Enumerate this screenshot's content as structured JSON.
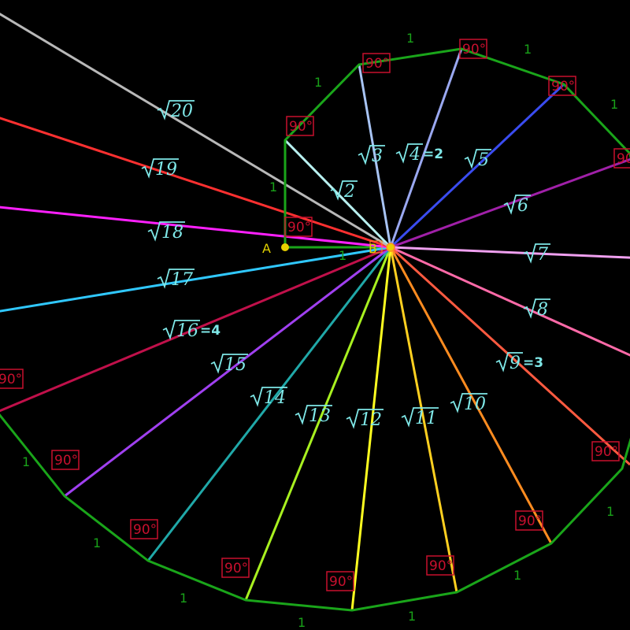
{
  "points": {
    "a_label": "A",
    "b_label": "B"
  },
  "unit_label": "1",
  "angle_label": "90°",
  "colors": {
    "background": "#000000",
    "perimeter": "#1aa51a",
    "angle_box": "#c8102e",
    "text": "#7fe8e8",
    "points": "#e8d000"
  },
  "rays": [
    {
      "n": 2,
      "label": "2",
      "suffix": "",
      "color": "#b8f0f0"
    },
    {
      "n": 3,
      "label": "3",
      "suffix": "",
      "color": "#a8c4f4"
    },
    {
      "n": 4,
      "label": "4",
      "suffix": "=2",
      "color": "#9aa8f0"
    },
    {
      "n": 5,
      "label": "5",
      "suffix": "",
      "color": "#3a4cf0"
    },
    {
      "n": 6,
      "label": "6",
      "suffix": "",
      "color": "#a020a8"
    },
    {
      "n": 7,
      "label": "7",
      "suffix": "",
      "color": "#f0a0f0"
    },
    {
      "n": 8,
      "label": "8",
      "suffix": "",
      "color": "#ff6aa8"
    },
    {
      "n": 9,
      "label": "9",
      "suffix": "=3",
      "color": "#ff5a40"
    },
    {
      "n": 10,
      "label": "10",
      "suffix": "",
      "color": "#ff8c20"
    },
    {
      "n": 11,
      "label": "11",
      "suffix": "",
      "color": "#ffd020"
    },
    {
      "n": 12,
      "label": "12",
      "suffix": "",
      "color": "#ffff20"
    },
    {
      "n": 13,
      "label": "13",
      "suffix": "",
      "color": "#a8f020"
    },
    {
      "n": 14,
      "label": "14",
      "suffix": "",
      "color": "#20a8a8"
    },
    {
      "n": 15,
      "label": "15",
      "suffix": "",
      "color": "#a040f0"
    },
    {
      "n": 16,
      "label": "16",
      "suffix": "=4",
      "color": "#c0104a"
    },
    {
      "n": 17,
      "label": "17",
      "suffix": "",
      "color": "#30c8ff"
    },
    {
      "n": 18,
      "label": "18",
      "suffix": "",
      "color": "#ff20ff"
    },
    {
      "n": 19,
      "label": "19",
      "suffix": "",
      "color": "#ff3030"
    },
    {
      "n": 20,
      "label": "20",
      "suffix": "",
      "color": "#b8b8b8"
    }
  ]
}
